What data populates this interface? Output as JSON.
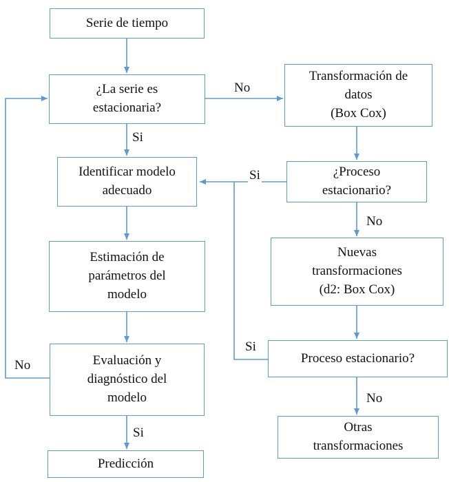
{
  "nodes": {
    "serie": "Serie de tiempo",
    "estacionaria": "¿La serie es\nestacionaria?",
    "identificar": "Identificar modelo\nadecuado",
    "estimacion": "Estimación de\nparámetros del\nmodelo",
    "evaluacion": "Evaluación y\ndiagnóstico del\nmodelo",
    "prediccion": "Predicción",
    "transformacion": "Transformación de\ndatos\n(Box Cox)",
    "proceso1": "¿Proceso\nestacionario?",
    "nuevas": "Nuevas\ntransformaciones\n(d2: Box Cox)",
    "proceso2": "Proceso estacionario?",
    "otras": "Otras\ntransformaciones"
  },
  "labels": {
    "no_transform": "No",
    "si_identificar": "Si",
    "si_proceso1": "Si",
    "no_proceso1": "No",
    "si_proceso2": "Si",
    "no_proceso2": "No",
    "no_evaluacion": "No",
    "si_prediccion": "Si"
  },
  "colors": {
    "line": "#5b9bd5",
    "text": "#111111"
  }
}
